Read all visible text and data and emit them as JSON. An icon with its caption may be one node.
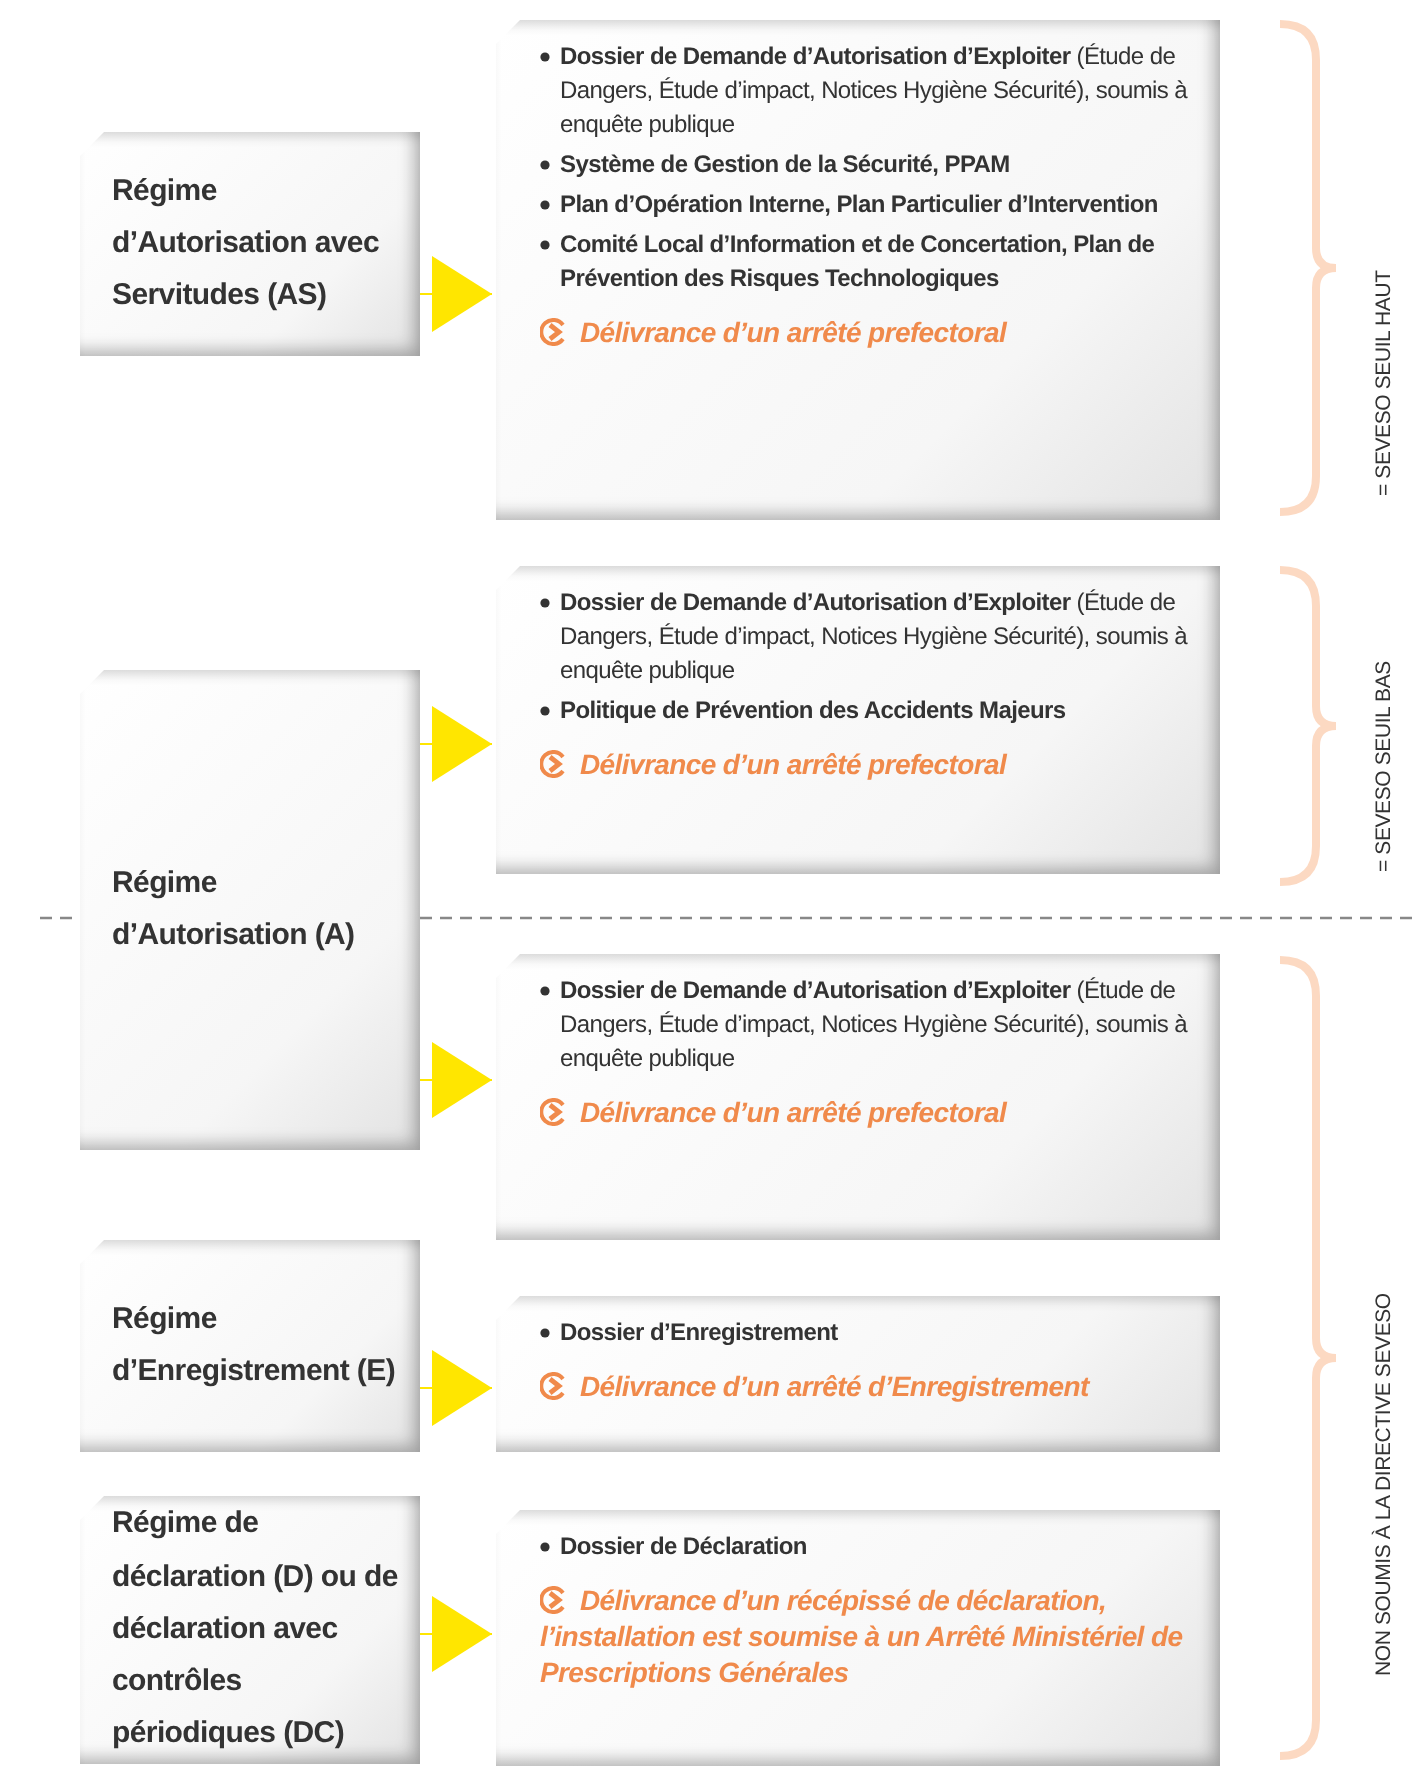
{
  "diagram": {
    "nodes": [
      {
        "text": [
          "Régime d’Autorisation avec Servitudes (AS)"
        ]
      },
      {
        "text": [
          "Régime d’Autorisation (A)"
        ]
      },
      {
        "text": [
          "Régime d’Enregistrement (E)"
        ]
      },
      {
        "text": [
          "Régime de déclaration (D) ou de déclaration avec contrôles périodiques (DC)"
        ]
      },
      {
        "text": [
          "**Dossier de Demande d’Autorisation d’Exploiter** (Étude de Dangers, Étude d’impact, Notices Hygiène Sécurité), soumis à enquête publique",
          "Système de Gestion de la Sécurité, PPAM",
          "Plan d’Opération Interne, Plan Particulier d’Intervention",
          "Comité Local d’Information et de Concertation, Plan de Prévention des Risques Technologiques",
          "Délivrance d’un arrêté prefectoral"
        ]
      },
      {
        "text": [
          "**Dossier de Demande d’Autorisation d’Exploiter** (Étude de Dangers, Étude d’impact, Notices Hygiène Sécurité), soumis à enquête publique",
          "Politique de Prévention des Accidents Majeurs",
          "Délivrance d’un arrêté prefectoral"
        ]
      },
      {
        "text": [
          "**Dossier de Demande d’Autorisation d’Exploiter** (Étude de Dangers, Étude d’impact, Notices Hygiène Sécurité), soumis à enquête publique",
          "Délivrance d’un arrêté prefectoral"
        ]
      },
      {
        "text": [
          "Dossier d’Enregistrement",
          "Délivrance d’un arrêté d’Enregistrement"
        ]
      },
      {
        "text": [
          "Dossier de Déclaration",
          "Délivrance d’un récépissé de déclaration, l’installation est soumise à un Arrêté Ministériel de Prescriptions Générales"
        ]
      }
    ],
    "edges": [
      {
        "from": 0,
        "to": 4,
        "arrow": "to"
      },
      {
        "from": 1,
        "to": 5,
        "arrow": "to"
      },
      {
        "from": 1,
        "to": 6,
        "arrow": "to"
      },
      {
        "from": 2,
        "to": 7,
        "arrow": "to"
      },
      {
        "from": 3,
        "to": 8,
        "arrow": "to"
      }
    ],
    "labels": [
      "= SEVESO SEUIL HAUT",
      "= SEVESO SEUIL BAS",
      "NON SOUMIS À LA DIRECTIVE SEVESO"
    ]
  }
}
